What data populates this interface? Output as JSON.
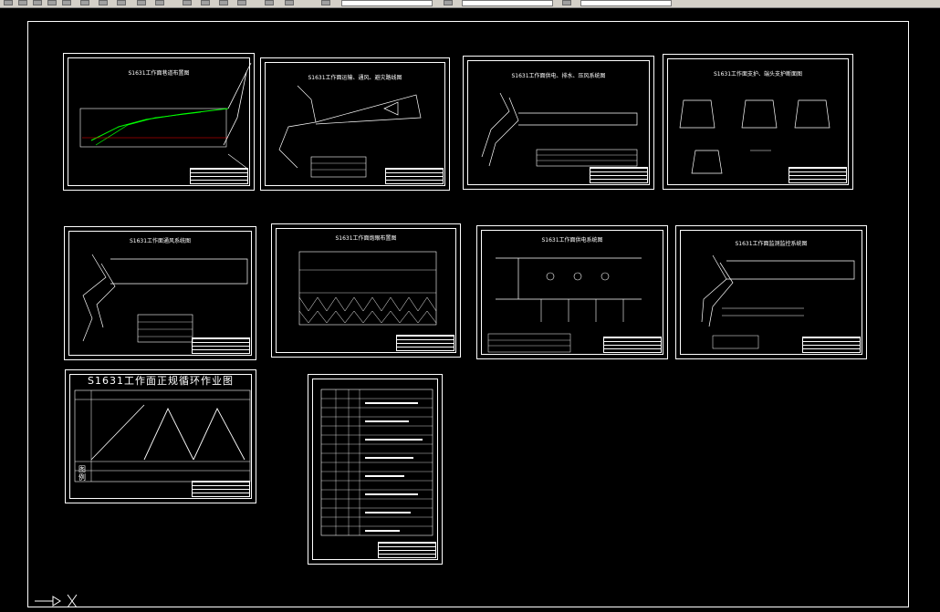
{
  "sheets": [
    {
      "id": "s1",
      "title": "S1631工作面巷道布置图",
      "big": false
    },
    {
      "id": "s2",
      "title": "S1631工作面运输、通风、避灾路线图",
      "big": false
    },
    {
      "id": "s3",
      "title": "S1631工作面供电、排水、压风系统图",
      "big": false
    },
    {
      "id": "s4",
      "title": "S1631工作面支护、端头支护断面图",
      "big": false
    },
    {
      "id": "s5",
      "title": "S1631工作面通风系统图",
      "big": false
    },
    {
      "id": "s6",
      "title": "S1631工作面炮眼布置图",
      "big": false
    },
    {
      "id": "s7",
      "title": "S1631工作面供电系统图",
      "big": false
    },
    {
      "id": "s8",
      "title": "S1631工作面监测监控系统图",
      "big": false
    },
    {
      "id": "s9",
      "title": "S1631工作面正规循环作业图",
      "big": true
    },
    {
      "id": "s10",
      "title": "",
      "big": false
    }
  ],
  "legend_text": "图例",
  "colors": {
    "background": "#000000",
    "lines": "#ffffff",
    "green": "#00ff00",
    "red": "#ff0000"
  }
}
